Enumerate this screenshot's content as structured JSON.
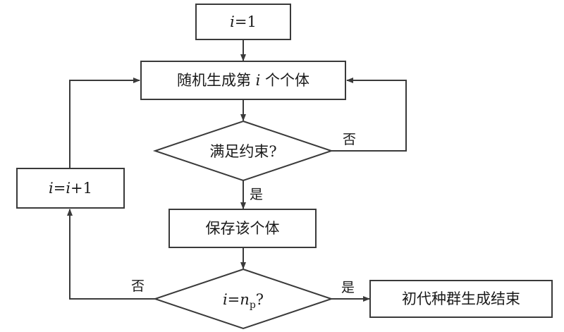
{
  "nodes": {
    "init": {
      "var": "i",
      "rest": "=1"
    },
    "generate": {
      "pre": "随机生成第 ",
      "var": "i",
      "post": " 个个体"
    },
    "check_constraint": {
      "text": "满足约束?"
    },
    "update_i": {
      "var1": "i",
      "mid": "=",
      "var2": "i",
      "post": "+1"
    },
    "save": {
      "text": "保存该个体"
    },
    "check_np": {
      "var": "i",
      "eq": "=",
      "n": "n",
      "sub": "p",
      "q": "?"
    },
    "end": {
      "text": "初代种群生成结束"
    }
  },
  "edge_labels": {
    "constraint_no": "否",
    "constraint_yes": "是",
    "np_no": "否",
    "np_yes": "是"
  }
}
